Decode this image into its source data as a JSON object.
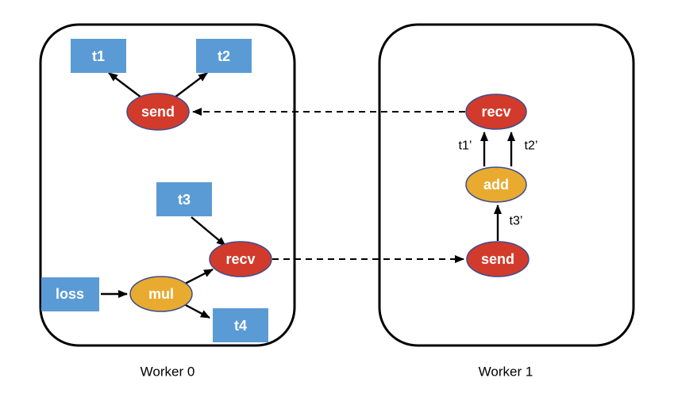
{
  "colors": {
    "background": "#ffffff",
    "tensor_blue": "#5b9bd5",
    "op_red": "#d23b2b",
    "op_gold": "#e8ab30",
    "ellipse_border": "#3f4d8f",
    "line_black": "#000000",
    "shape_text": "#ffffff",
    "label_text": "#000000"
  },
  "worker0": {
    "label": "Worker 0",
    "tensors": {
      "t1": "t1",
      "t2": "t2",
      "t3": "t3",
      "t4": "t4",
      "loss": "loss"
    },
    "ops": {
      "send": "send",
      "recv": "recv",
      "mul": "mul"
    }
  },
  "worker1": {
    "label": "Worker 1",
    "ops": {
      "recv": "recv",
      "add": "add",
      "send": "send"
    },
    "edge_labels": {
      "t1_grad": "t1’",
      "t2_grad": "t2’",
      "t3_grad": "t3’"
    }
  }
}
